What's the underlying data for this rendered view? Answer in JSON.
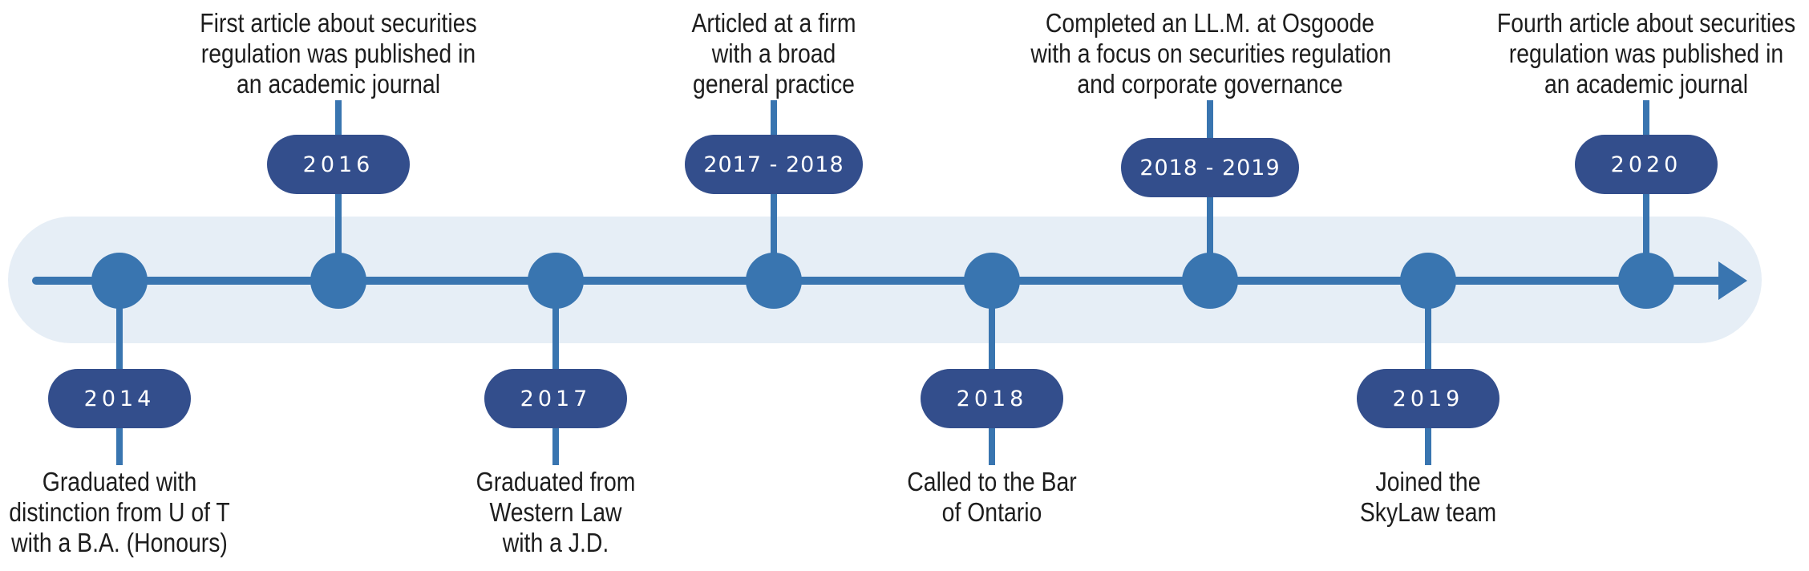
{
  "events": [
    {
      "period": "2014",
      "lines": [
        "Graduated with",
        "distinction from U of T",
        "with a B.A. (Honours)"
      ]
    },
    {
      "period": "2016",
      "lines": [
        "First article about securities",
        "regulation was published in",
        "an academic journal"
      ]
    },
    {
      "period": "2017",
      "lines": [
        "Graduated from",
        "Western Law",
        "with a J.D."
      ]
    },
    {
      "period": "2017 - 2018",
      "lines": [
        "Articled at a firm",
        "with a broad",
        "general practice"
      ]
    },
    {
      "period": "2018",
      "lines": [
        "Called to the Bar",
        "of Ontario"
      ]
    },
    {
      "period": "2018 - 2019",
      "lines": [
        "Completed an LL.M. at Osgoode",
        "with a focus on securities regulation",
        "and corporate governance"
      ]
    },
    {
      "period": "2019",
      "lines": [
        "Joined the",
        "SkyLaw team"
      ]
    },
    {
      "period": "2020",
      "lines": [
        "Fourth article about securities",
        "regulation was published in",
        "an academic journal"
      ]
    }
  ],
  "colors": {
    "band": "#e6eef6",
    "axis": "#3975b0",
    "pill": "#334e8c",
    "pill_text": "#ffffff",
    "label_text": "#1d1d1d"
  }
}
